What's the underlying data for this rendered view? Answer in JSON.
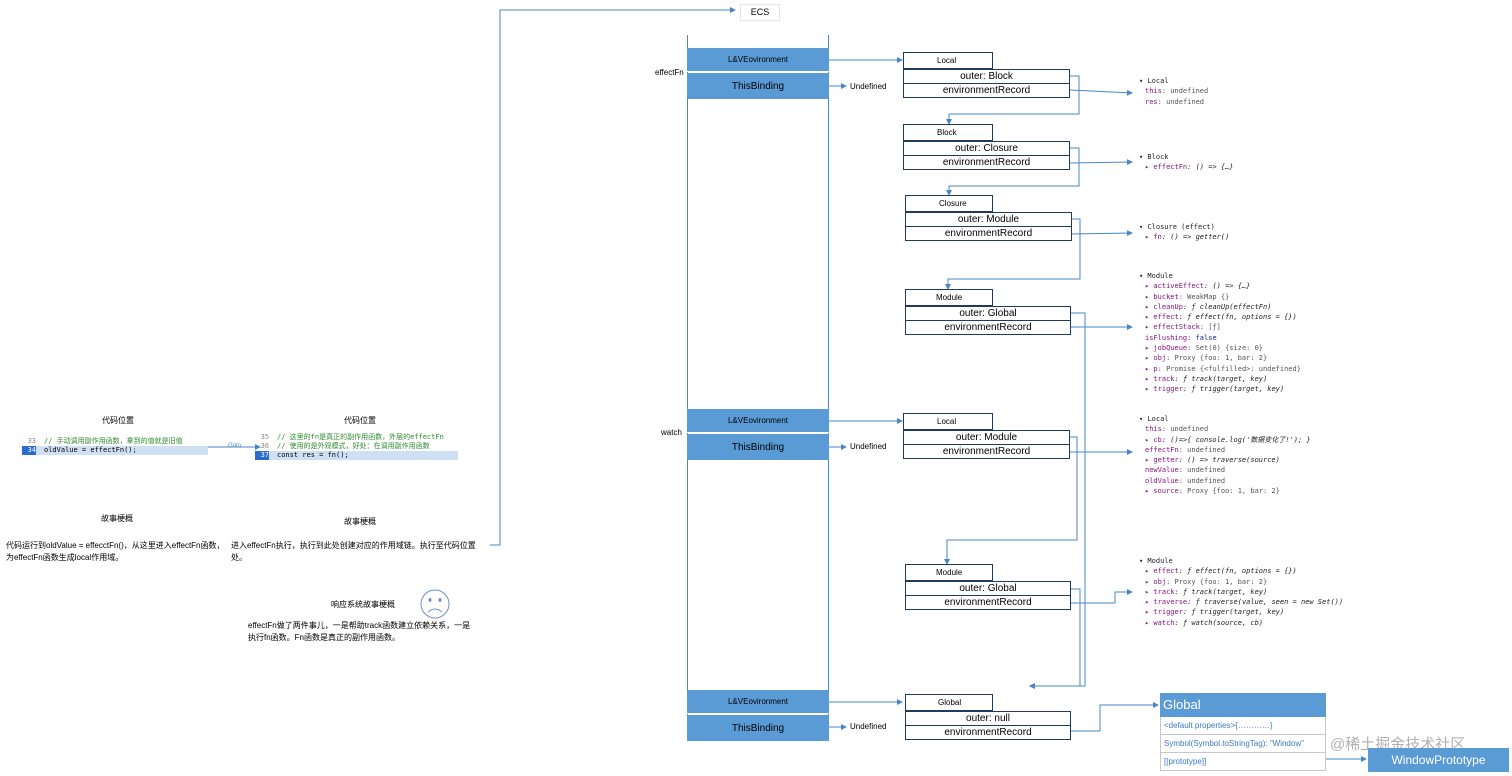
{
  "ecs": {
    "title": "ECS",
    "contexts": [
      {
        "label": "effectFn",
        "env": "L&VEovironment",
        "this_binding": "ThisBinding",
        "this_value": "Undefined"
      },
      {
        "label": "watch",
        "env": "L&VEovironment",
        "this_binding": "ThisBinding",
        "this_value": "Undefined"
      },
      {
        "label": "",
        "env": "L&VEovironment",
        "this_binding": "ThisBinding",
        "this_value": "Undefined"
      }
    ]
  },
  "records": [
    {
      "title": "Local",
      "outer": "outer: Block",
      "env": "environmentRecord"
    },
    {
      "title": "Block",
      "outer": "outer: Closure",
      "env": "environmentRecord"
    },
    {
      "title": "Closure",
      "outer": "outer: Module",
      "env": "environmentRecord"
    },
    {
      "title": "Module",
      "outer": "outer: Global",
      "env": "environmentRecord"
    },
    {
      "title": "Local",
      "outer": "outer: Module",
      "env": "environmentRecord"
    },
    {
      "title": "Module",
      "outer": "outer: Global",
      "env": "environmentRecord"
    },
    {
      "title": "Global",
      "outer": "outer: null",
      "env": "environmentRecord"
    }
  ],
  "scopes": [
    {
      "header": "Local",
      "lines": [
        [
          {
            "c": "k",
            "t": "this"
          },
          {
            "c": "v",
            "t": ": undefined"
          }
        ],
        [
          {
            "c": "k",
            "t": "res"
          },
          {
            "c": "v",
            "t": ": undefined"
          }
        ]
      ]
    },
    {
      "header": "Block",
      "lines": [
        [
          {
            "c": "k",
            "t": "▸ effectFn"
          },
          {
            "c": "i",
            "t": ": () => {…}"
          }
        ]
      ]
    },
    {
      "header": "Closure (effect)",
      "lines": [
        [
          {
            "c": "k",
            "t": "▸ fn"
          },
          {
            "c": "i",
            "t": ": () => getter()"
          }
        ]
      ]
    },
    {
      "header": "Module",
      "lines": [
        [
          {
            "c": "k",
            "t": "▸ activeEffect"
          },
          {
            "c": "i",
            "t": ": () => {…}"
          }
        ],
        [
          {
            "c": "k",
            "t": "▸ bucket"
          },
          {
            "c": "v",
            "t": ": WeakMap {}"
          }
        ],
        [
          {
            "c": "k",
            "t": "▸ cleanUp"
          },
          {
            "c": "i",
            "t": ": ƒ cleanUp(effectFn)"
          }
        ],
        [
          {
            "c": "k",
            "t": "▸ effect"
          },
          {
            "c": "i",
            "t": ": ƒ effect(fn, options = {})"
          }
        ],
        [
          {
            "c": "k",
            "t": "▸ effectStack"
          },
          {
            "c": "v",
            "t": ": [ƒ]"
          }
        ],
        [
          {
            "c": "k",
            "t": "  isFlushing"
          },
          {
            "c": "n",
            "t": ": false"
          }
        ],
        [
          {
            "c": "k",
            "t": "▸ jobQueue"
          },
          {
            "c": "v",
            "t": ": Set(0) {size: 0}"
          }
        ],
        [
          {
            "c": "k",
            "t": "▸ obj"
          },
          {
            "c": "v",
            "t": ": Proxy {foo: 1, bar: 2}"
          }
        ],
        [
          {
            "c": "k",
            "t": "▸ p"
          },
          {
            "c": "v",
            "t": ": Promise {<fulfilled>: undefined}"
          }
        ],
        [
          {
            "c": "k",
            "t": "▸ track"
          },
          {
            "c": "i",
            "t": ": ƒ track(target, key)"
          }
        ],
        [
          {
            "c": "k",
            "t": "▸ trigger"
          },
          {
            "c": "i",
            "t": ": ƒ trigger(target, key)"
          }
        ]
      ]
    },
    {
      "header": "Local",
      "lines": [
        [
          {
            "c": "k",
            "t": "  this"
          },
          {
            "c": "v",
            "t": ": undefined"
          }
        ],
        [
          {
            "c": "k",
            "t": "▸ cb"
          },
          {
            "c": "i",
            "t": ": ()=>{ console.log('数据变化了!'); }"
          }
        ],
        [
          {
            "c": "k",
            "t": "  effectFn"
          },
          {
            "c": "v",
            "t": ": undefined"
          }
        ],
        [
          {
            "c": "k",
            "t": "▸ getter"
          },
          {
            "c": "i",
            "t": ": () => traverse(source)"
          }
        ],
        [
          {
            "c": "k",
            "t": "  newValue"
          },
          {
            "c": "v",
            "t": ": undefined"
          }
        ],
        [
          {
            "c": "k",
            "t": "  oldValue"
          },
          {
            "c": "v",
            "t": ": undefined"
          }
        ],
        [
          {
            "c": "k",
            "t": "▸ source"
          },
          {
            "c": "v",
            "t": ": Proxy {foo: 1, bar: 2}"
          }
        ]
      ]
    },
    {
      "header": "Module",
      "lines": [
        [
          {
            "c": "k",
            "t": "▸ effect"
          },
          {
            "c": "i",
            "t": ": ƒ effect(fn, options = {})"
          }
        ],
        [
          {
            "c": "k",
            "t": "▸ obj"
          },
          {
            "c": "v",
            "t": ": Proxy {foo: 1, bar: 2}"
          }
        ],
        [
          {
            "c": "k",
            "t": "▸ track"
          },
          {
            "c": "i",
            "t": ": ƒ track(target, key)"
          }
        ],
        [
          {
            "c": "k",
            "t": "▸ traverse"
          },
          {
            "c": "i",
            "t": ": ƒ traverse(value, seen = new Set())"
          }
        ],
        [
          {
            "c": "k",
            "t": "▸ trigger"
          },
          {
            "c": "i",
            "t": ": ƒ trigger(target, key)"
          }
        ],
        [
          {
            "c": "k",
            "t": "▸ watch"
          },
          {
            "c": "i",
            "t": ": ƒ watch(source, cb)"
          }
        ]
      ]
    }
  ],
  "left": {
    "code_pos_label_1": "代码位置",
    "code_pos_label_2": "代码位置",
    "story_label_1": "故事梗概",
    "story_label_2": "故事梗概",
    "reactive_story_label": "响应系统故事梗概",
    "goto_label": "Goto",
    "code1": [
      {
        "ln": "33",
        "text": "// 手动调用副作用函数，拿到的值就是旧值",
        "comment": true,
        "current": false
      },
      {
        "ln": "34",
        "text": "oldValue = effectFn();",
        "comment": false,
        "current": true
      }
    ],
    "code2": [
      {
        "ln": "35",
        "text": "// 这里的fn是真正的副作用函数，外层的effectFn",
        "comment": true,
        "current": false
      },
      {
        "ln": "36",
        "text": "// 使用的是外观模式，好处：在调用副作用函数",
        "comment": true,
        "current": false
      },
      {
        "ln": "37",
        "text": "const res = fn();",
        "comment": false,
        "current": true
      }
    ],
    "story_1": "代码运行到oldValue = effecctFn()，从这里进入effectFn函数，为effectFn函数生成local作用域。",
    "story_2": "进入effectFn执行，执行到此处创建对应的作用域链。执行至代码位置处。",
    "reactive_story": "effectFn做了两件事儿，一是帮助track函数建立依赖关系，一是执行fn函数。Fn函数是真正的副作用函数。"
  },
  "global_panel": {
    "title": "Global",
    "rows": [
      "<default properties>{…………}",
      "Symbol(Symbol.toStringTag): \"Window\"",
      "[[prototype]]"
    ]
  },
  "window_prototype": "WindowPrototype",
  "watermark": "@稀土掘金技术社区",
  "colors": {
    "accent": "#5b9bd5",
    "wire": "#4a86c5",
    "box_border": "#1f3a5f"
  }
}
